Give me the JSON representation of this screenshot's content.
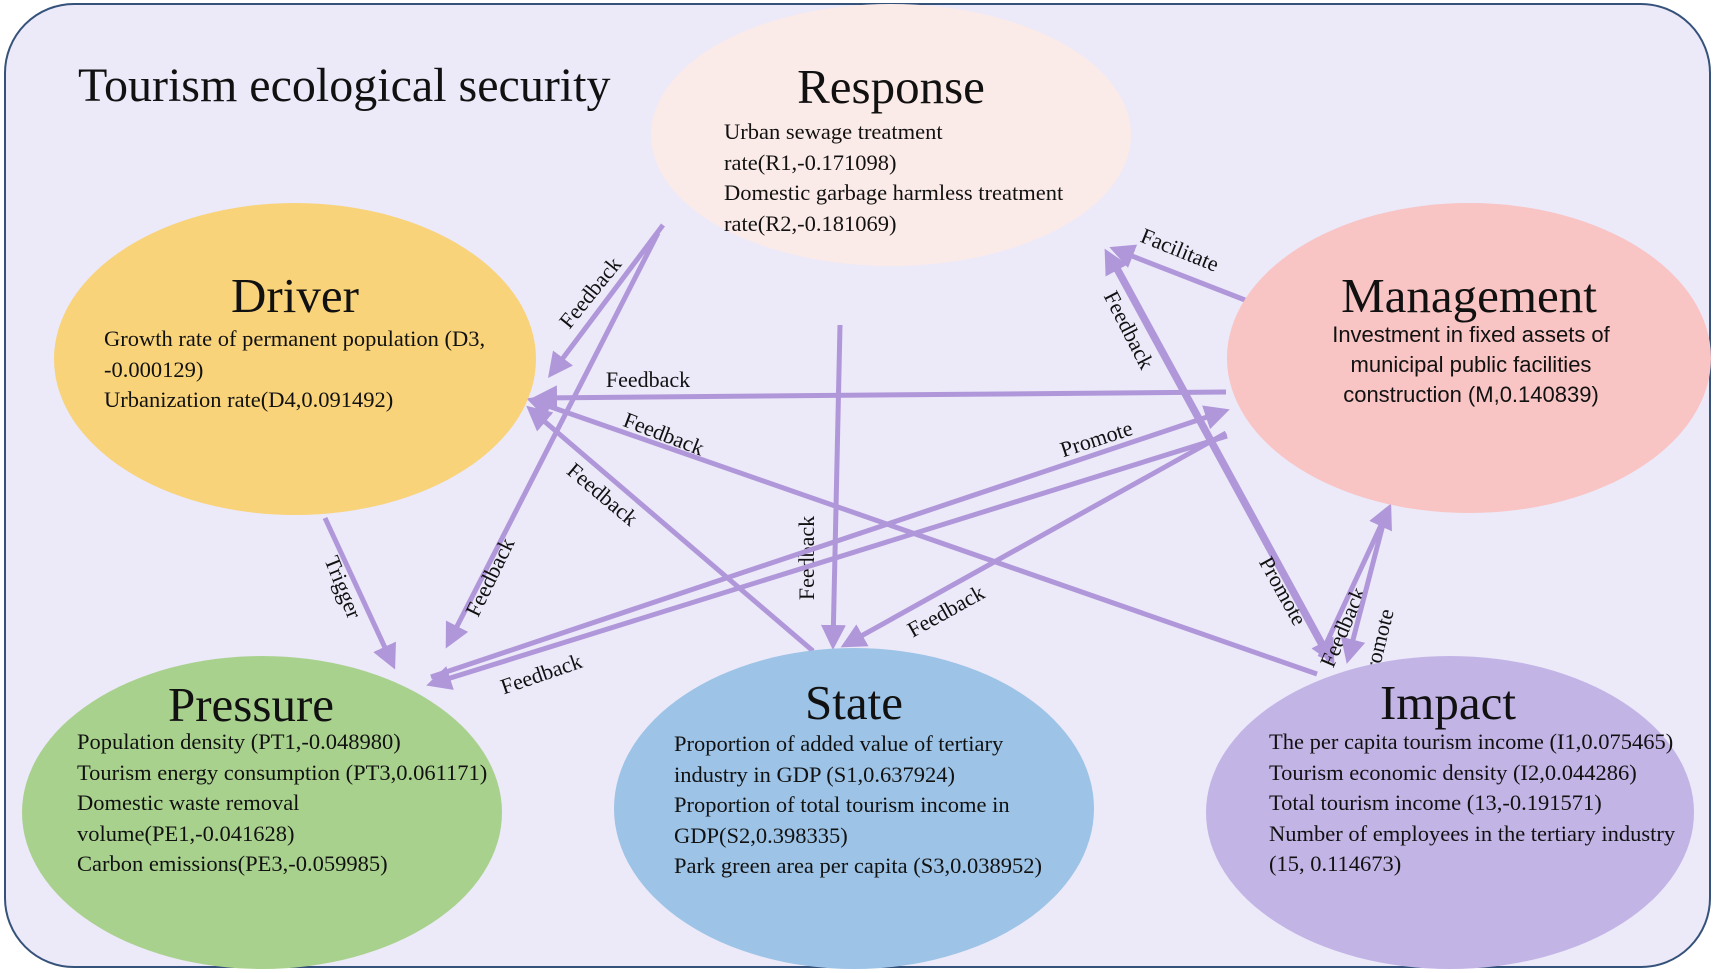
{
  "title": "Tourism ecological security",
  "nodes": {
    "response": {
      "title": "Response",
      "items": [
        "Urban sewage treatment rate(R1,-0.171098)",
        "Domestic garbage harmless treatment rate(R2,-0.181069)"
      ],
      "color": "#fbebe8"
    },
    "driver": {
      "title": "Driver",
      "items": [
        "Growth rate of permanent population (D3, -0.000129)",
        "Urbanization rate(D4,0.091492)"
      ],
      "color": "#f8d37a"
    },
    "management": {
      "title": "Management",
      "items": [
        "Investment in fixed assets of municipal public facilities construction (M,0.140839)"
      ],
      "color": "#f8c4c4"
    },
    "pressure": {
      "title": "Pressure",
      "items": [
        "Population density (PT1,-0.048980)",
        "Tourism energy consumption (PT3,0.061171)",
        "Domestic waste removal volume(PE1,-0.041628)",
        "Carbon emissions(PE3,-0.059985)"
      ],
      "color": "#a9d18e"
    },
    "state": {
      "title": "State",
      "items": [
        "Proportion of added value of tertiary industry in GDP (S1,0.637924)",
        "Proportion of total tourism income in GDP(S2,0.398335)",
        "Park green area per capita (S3,0.038952)"
      ],
      "color": "#9dc3e6"
    },
    "impact": {
      "title": "Impact",
      "items": [
        "The per capita tourism income (I1,0.075465)",
        "Tourism economic density (I2,0.044286)",
        "Total tourism income (13,-0.191571)",
        "Number of employees in the tertiary industry (15, 0.114673)"
      ],
      "color": "#c3b4e6"
    }
  },
  "edges": [
    {
      "from": "response",
      "to": "driver",
      "label": "Feedback"
    },
    {
      "from": "response",
      "to": "pressure",
      "label": "Feedback"
    },
    {
      "from": "response",
      "to": "state",
      "label": "Feedback"
    },
    {
      "from": "management",
      "to": "response",
      "label": "Facilitate"
    },
    {
      "from": "management",
      "to": "driver",
      "label": "Feedback"
    },
    {
      "from": "impact",
      "to": "response",
      "label": "Feedback"
    },
    {
      "from": "impact",
      "to": "driver",
      "label": "Feedback"
    },
    {
      "from": "state",
      "to": "driver",
      "label": "Feedback"
    },
    {
      "from": "driver",
      "to": "pressure",
      "label": "Trigger"
    },
    {
      "from": "management",
      "to": "pressure",
      "label": "Feedback"
    },
    {
      "from": "pressure",
      "to": "management",
      "label": "Promote"
    },
    {
      "from": "management",
      "to": "state",
      "label": "Feedback"
    },
    {
      "from": "response",
      "to": "impact",
      "label": "Promote"
    },
    {
      "from": "impact",
      "to": "management",
      "label": "Feedback"
    },
    {
      "from": "management",
      "to": "impact",
      "label": "Promote"
    }
  ],
  "colors": {
    "background": "#ece9f9",
    "border": "#35527a",
    "arrow": "#b097d9"
  }
}
